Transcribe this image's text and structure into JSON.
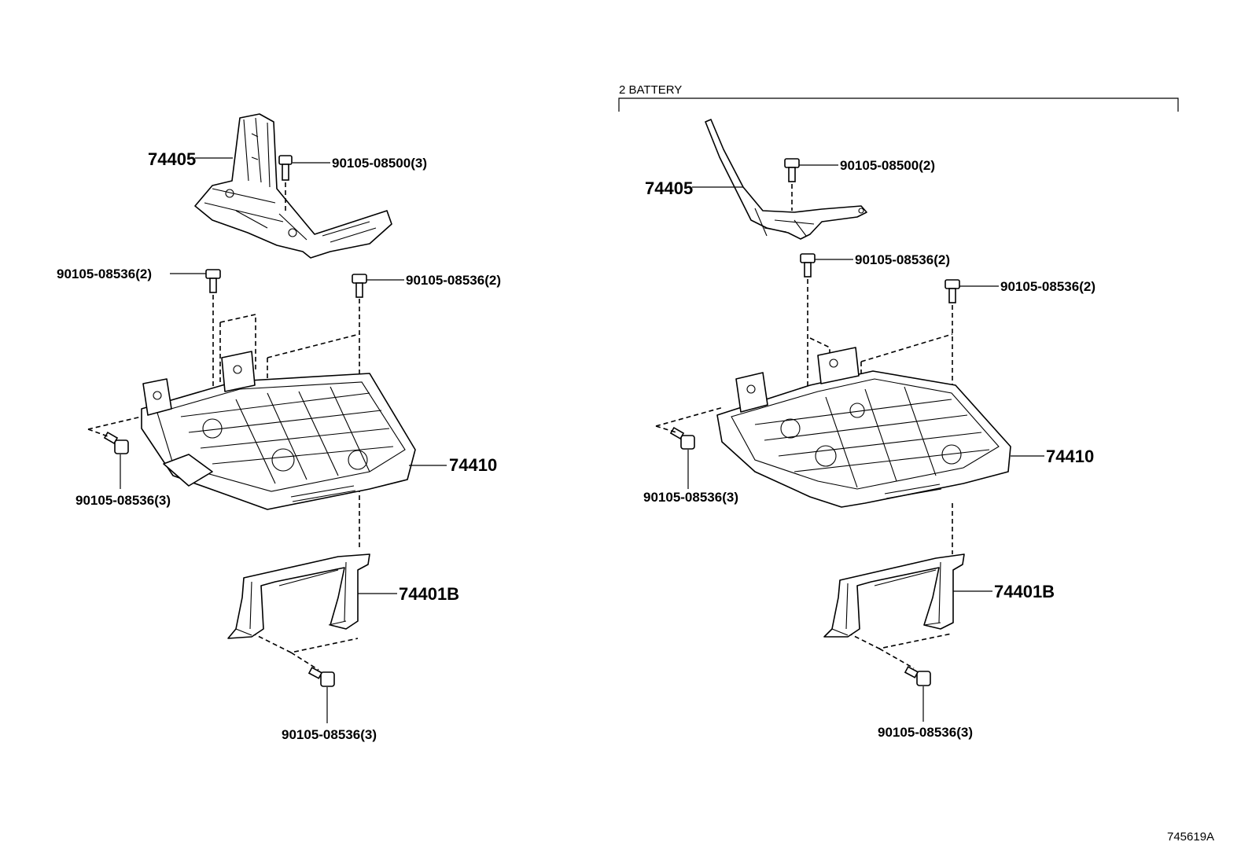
{
  "section_header": "2 BATTERY",
  "figure_ref": "745619A",
  "left": {
    "bracket_upper": "74405",
    "tray": "74410",
    "bracket_lower": "74401B",
    "bolt_top": "90105-08500(3)",
    "bolt_left_upper": "90105-08536(2)",
    "bolt_right_upper": "90105-08536(2)",
    "bolt_side": "90105-08536(3)",
    "bolt_bottom": "90105-08536(3)"
  },
  "right": {
    "bracket_upper": "74405",
    "tray": "74410",
    "bracket_lower": "74401B",
    "bolt_top": "90105-08500(2)",
    "bolt_mid": "90105-08536(2)",
    "bolt_right_upper": "90105-08536(2)",
    "bolt_side": "90105-08536(3)",
    "bolt_bottom": "90105-08536(3)"
  }
}
